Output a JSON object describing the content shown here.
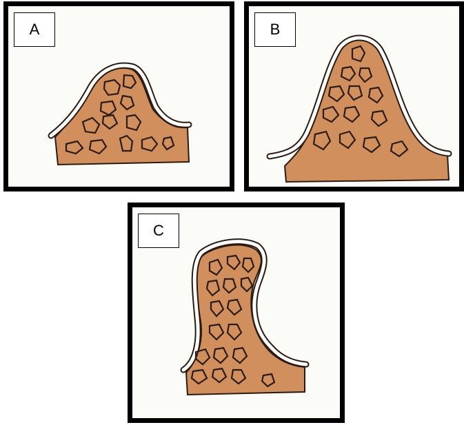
{
  "panels": [
    {
      "label": "A"
    },
    {
      "label": "B"
    },
    {
      "label": "C"
    }
  ],
  "colors": {
    "frame": "#000000",
    "tissue": "#d18f5e",
    "sheath": "#ffffff",
    "outline": "#2a1a10",
    "background": "#fbfbf7"
  }
}
